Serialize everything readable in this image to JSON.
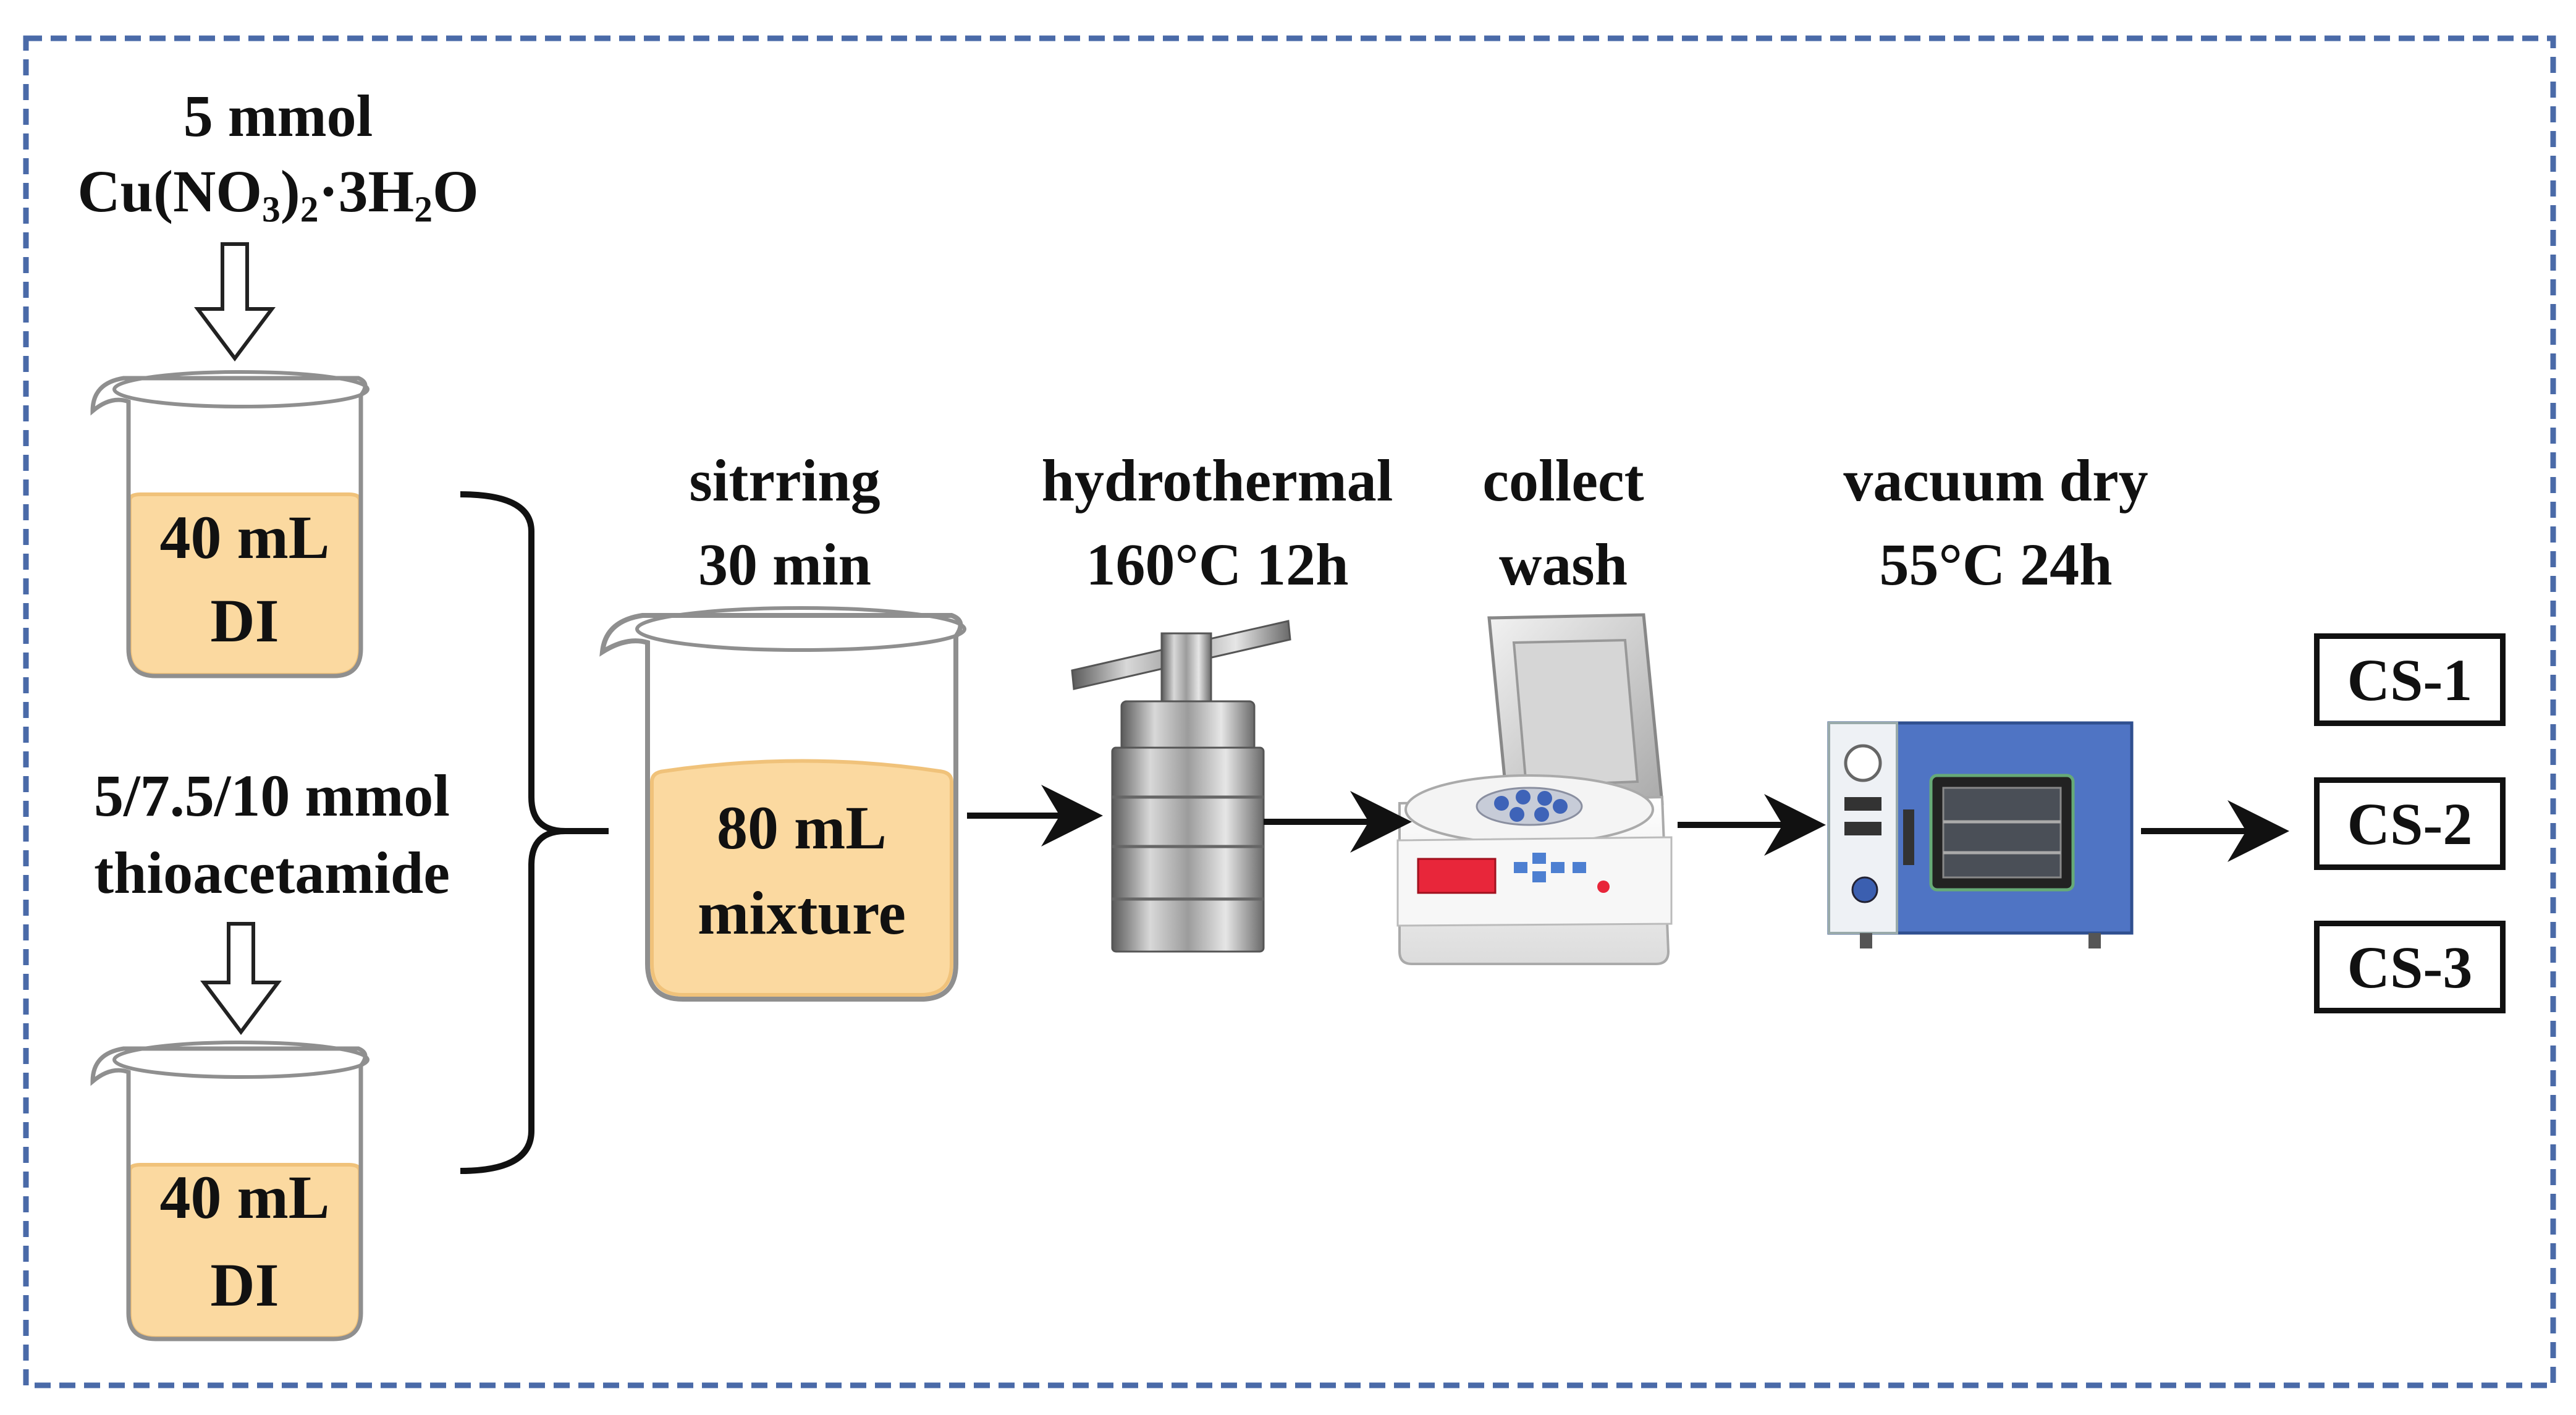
{
  "frame": {
    "border_color": "#4a6aa8"
  },
  "reagents": {
    "copper": {
      "amount": "5 mmol",
      "formula_prefix": "Cu(NO",
      "formula_sub1": "3",
      "formula_mid": ")",
      "formula_sub2": "2",
      "formula_dot": "·3H",
      "formula_sub3": "2",
      "formula_suffix": "O"
    },
    "sulfur": {
      "amount": "5/7.5/10 mmol",
      "name": "thioacetamide"
    }
  },
  "beakers": {
    "top": {
      "line1": "40 mL",
      "line2": "DI"
    },
    "bottom": {
      "line1": "40 mL",
      "line2": "DI"
    },
    "mixture": {
      "line1": "80 mL",
      "line2": "mixture"
    }
  },
  "steps": {
    "stirring": {
      "line1": "sitrring",
      "line2": "30 min"
    },
    "hydrothermal": {
      "line1": "hydrothermal",
      "line2": "160°C 12h"
    },
    "collect": {
      "line1": "collect",
      "line2": "wash"
    },
    "dry": {
      "line1": "vacuum dry",
      "line2": "55°C 24h"
    }
  },
  "products": [
    "CS-1",
    "CS-2",
    "CS-3"
  ],
  "colors": {
    "liquid": "#fbd9a0",
    "liquid_edge": "#f2c37c",
    "glass_edge": "#9a9a9a",
    "oven_blue": "#4f74c4",
    "arrow": "#111111"
  }
}
